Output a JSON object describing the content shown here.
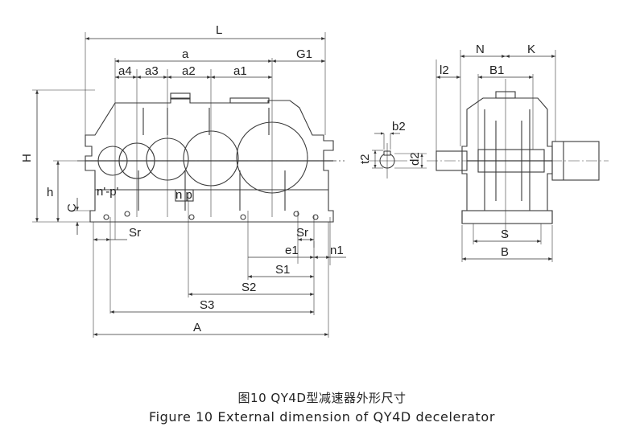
{
  "caption": {
    "zh": "图10 QY4D型减速器外形尺寸",
    "en": "Figure 10 External dimension of QY4D decelerator"
  },
  "labels": {
    "L": "L",
    "a": "a",
    "G1": "G1",
    "a4": "a4",
    "a3": "a3",
    "a2": "a2",
    "a1": "a1",
    "H": "H",
    "h": "h",
    "C": "C",
    "np_prime": "n'-p'",
    "np": "n p",
    "Sr_left": "Sr",
    "Sr_right": "Sr",
    "e1": "e1",
    "n1": "n1",
    "S1": "S1",
    "S2": "S2",
    "S3": "S3",
    "A": "A",
    "b2": "b2",
    "t2": "t2",
    "d2": "d2",
    "N": "N",
    "K": "K",
    "l2": "l2",
    "B1": "B1",
    "S": "S",
    "B": "B"
  },
  "colors": {
    "line": "#3a3a3a",
    "text": "#222222",
    "background": "#ffffff"
  }
}
